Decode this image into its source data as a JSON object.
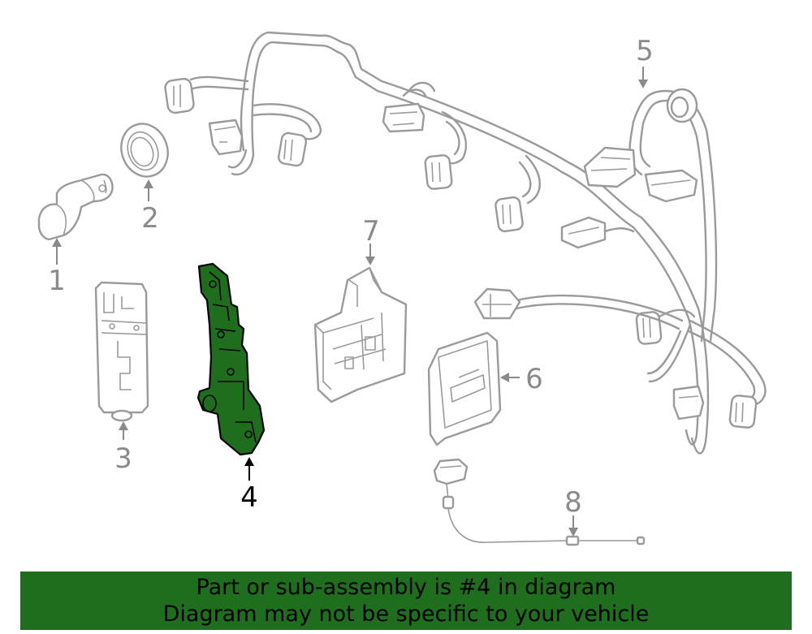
{
  "callouts": {
    "c1": "1",
    "c2": "2",
    "c3": "3",
    "c4": "4",
    "c5": "5",
    "c6": "6",
    "c7": "7",
    "c8": "8"
  },
  "highlighted_part": "4",
  "colors": {
    "highlight_fill": "#1e6e1e",
    "banner_background": "#1e6e1e",
    "line_gray": "#9a9a9a"
  },
  "banner": {
    "line1": "Part or sub-assembly is #4 in diagram",
    "line2": "Diagram may not be specific to your vehicle"
  }
}
